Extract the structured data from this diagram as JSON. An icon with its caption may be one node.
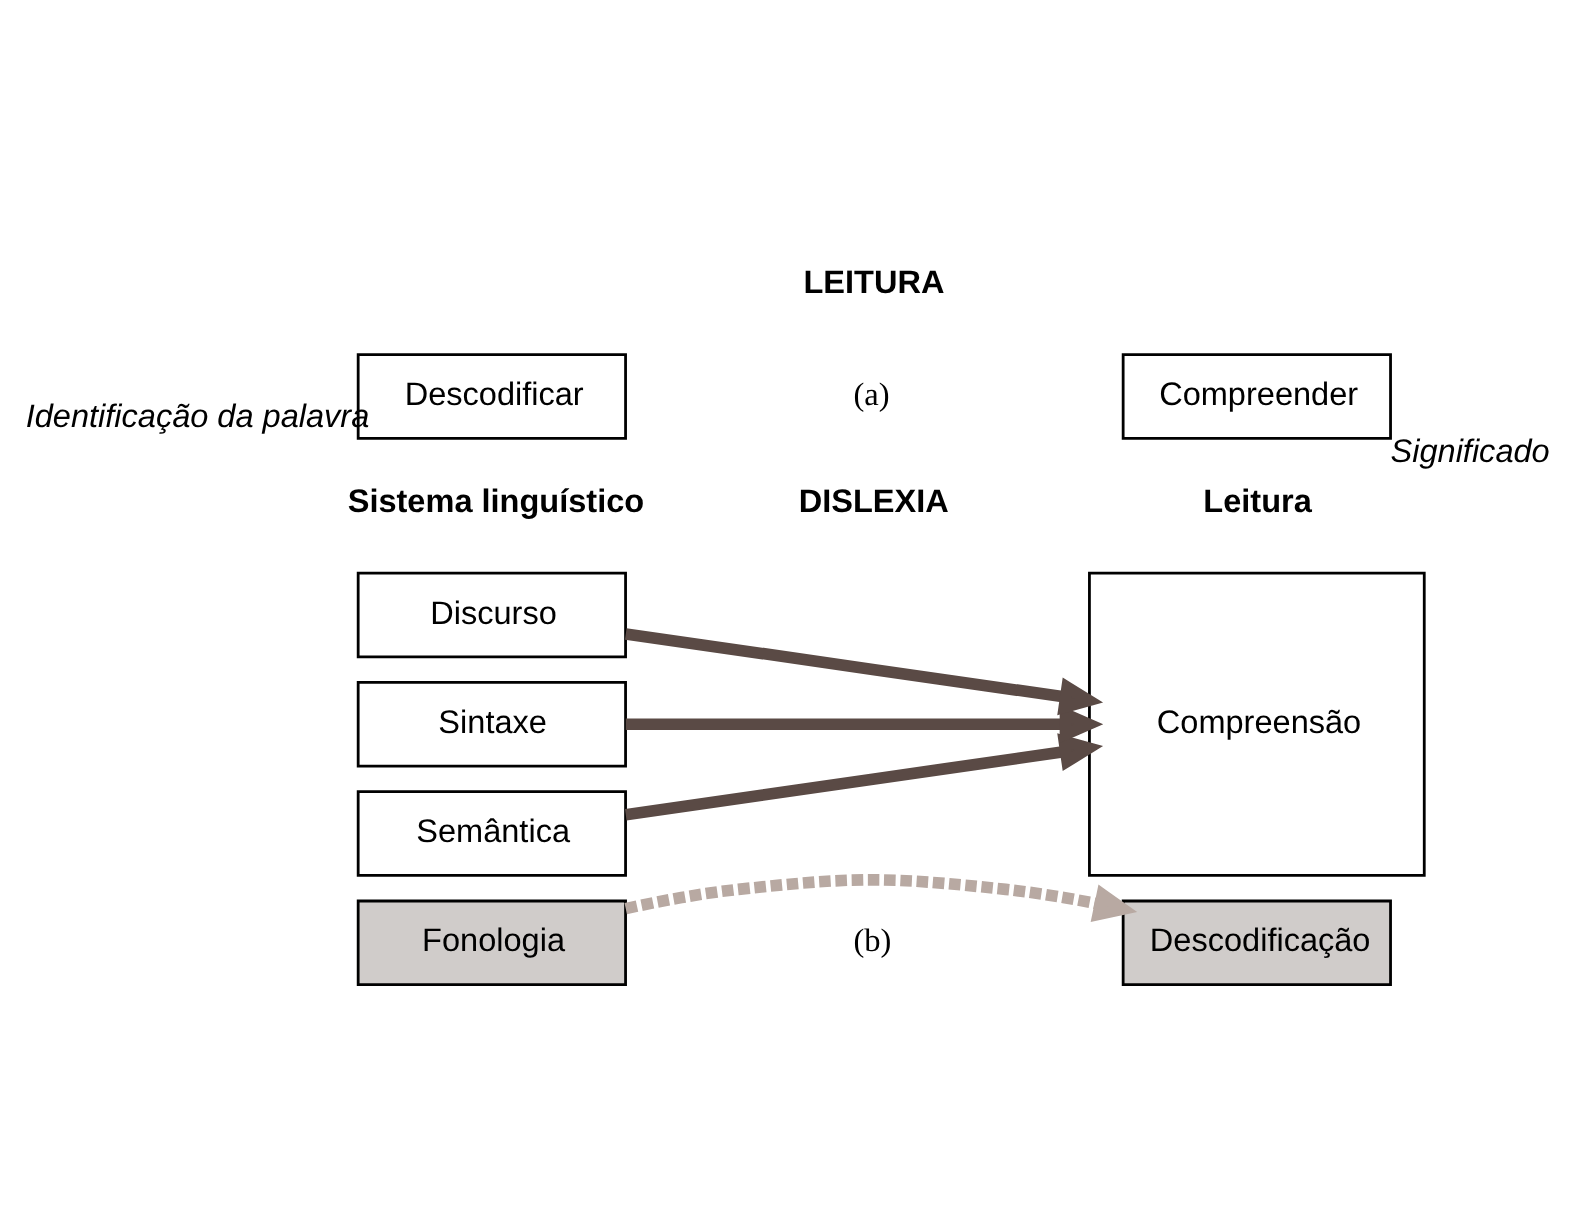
{
  "diagram": {
    "nodes": [
      {
        "text": [
          "Descodificar"
        ],
        "beside": [
          "Identificação da palavra"
        ]
      },
      {
        "text": [
          "Compreender"
        ],
        "beside": [
          "Significado"
        ]
      },
      {
        "text": [
          "Discurso"
        ]
      },
      {
        "text": [
          "Sintaxe"
        ]
      },
      {
        "text": [
          "Semântica"
        ]
      },
      {
        "text": [
          "Compreensão"
        ]
      },
      {
        "text": [
          "Fonologia"
        ]
      },
      {
        "text": [
          "Descodificação"
        ]
      }
    ],
    "edges": [
      {
        "from": 2,
        "to": 5,
        "arrow": "to"
      },
      {
        "from": 3,
        "to": 5,
        "arrow": "to"
      },
      {
        "from": 4,
        "to": 5,
        "arrow": "to"
      },
      {
        "from": 6,
        "to": 7,
        "arrow": "to",
        "style": "dashed",
        "color": "#b8a9a2"
      }
    ],
    "labels": [
      "LEITURA",
      "(a)",
      "DISLEXIA",
      "Sistema linguístico",
      "Leitura",
      "(b)"
    ]
  }
}
